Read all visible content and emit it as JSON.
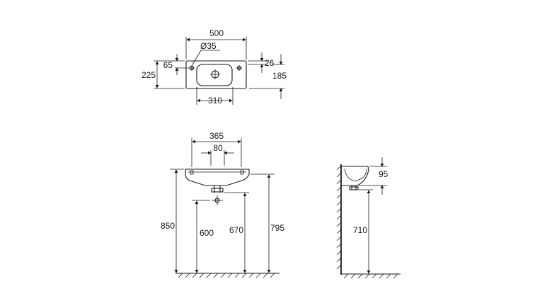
{
  "top_view": {
    "width_overall": "500",
    "hole_diameter": "Ø35",
    "hole_offset": "65",
    "depth_overall": "225",
    "rim_offset": "26",
    "depth_right": "185",
    "bowl_width": "310"
  },
  "front_view": {
    "basin_width": "365",
    "tap_spacing": "80",
    "height_top": "850",
    "height_waste": "600",
    "height_trap": "670",
    "height_rim": "795"
  },
  "side_view": {
    "basin_height": "95",
    "height_bottom": "710"
  }
}
